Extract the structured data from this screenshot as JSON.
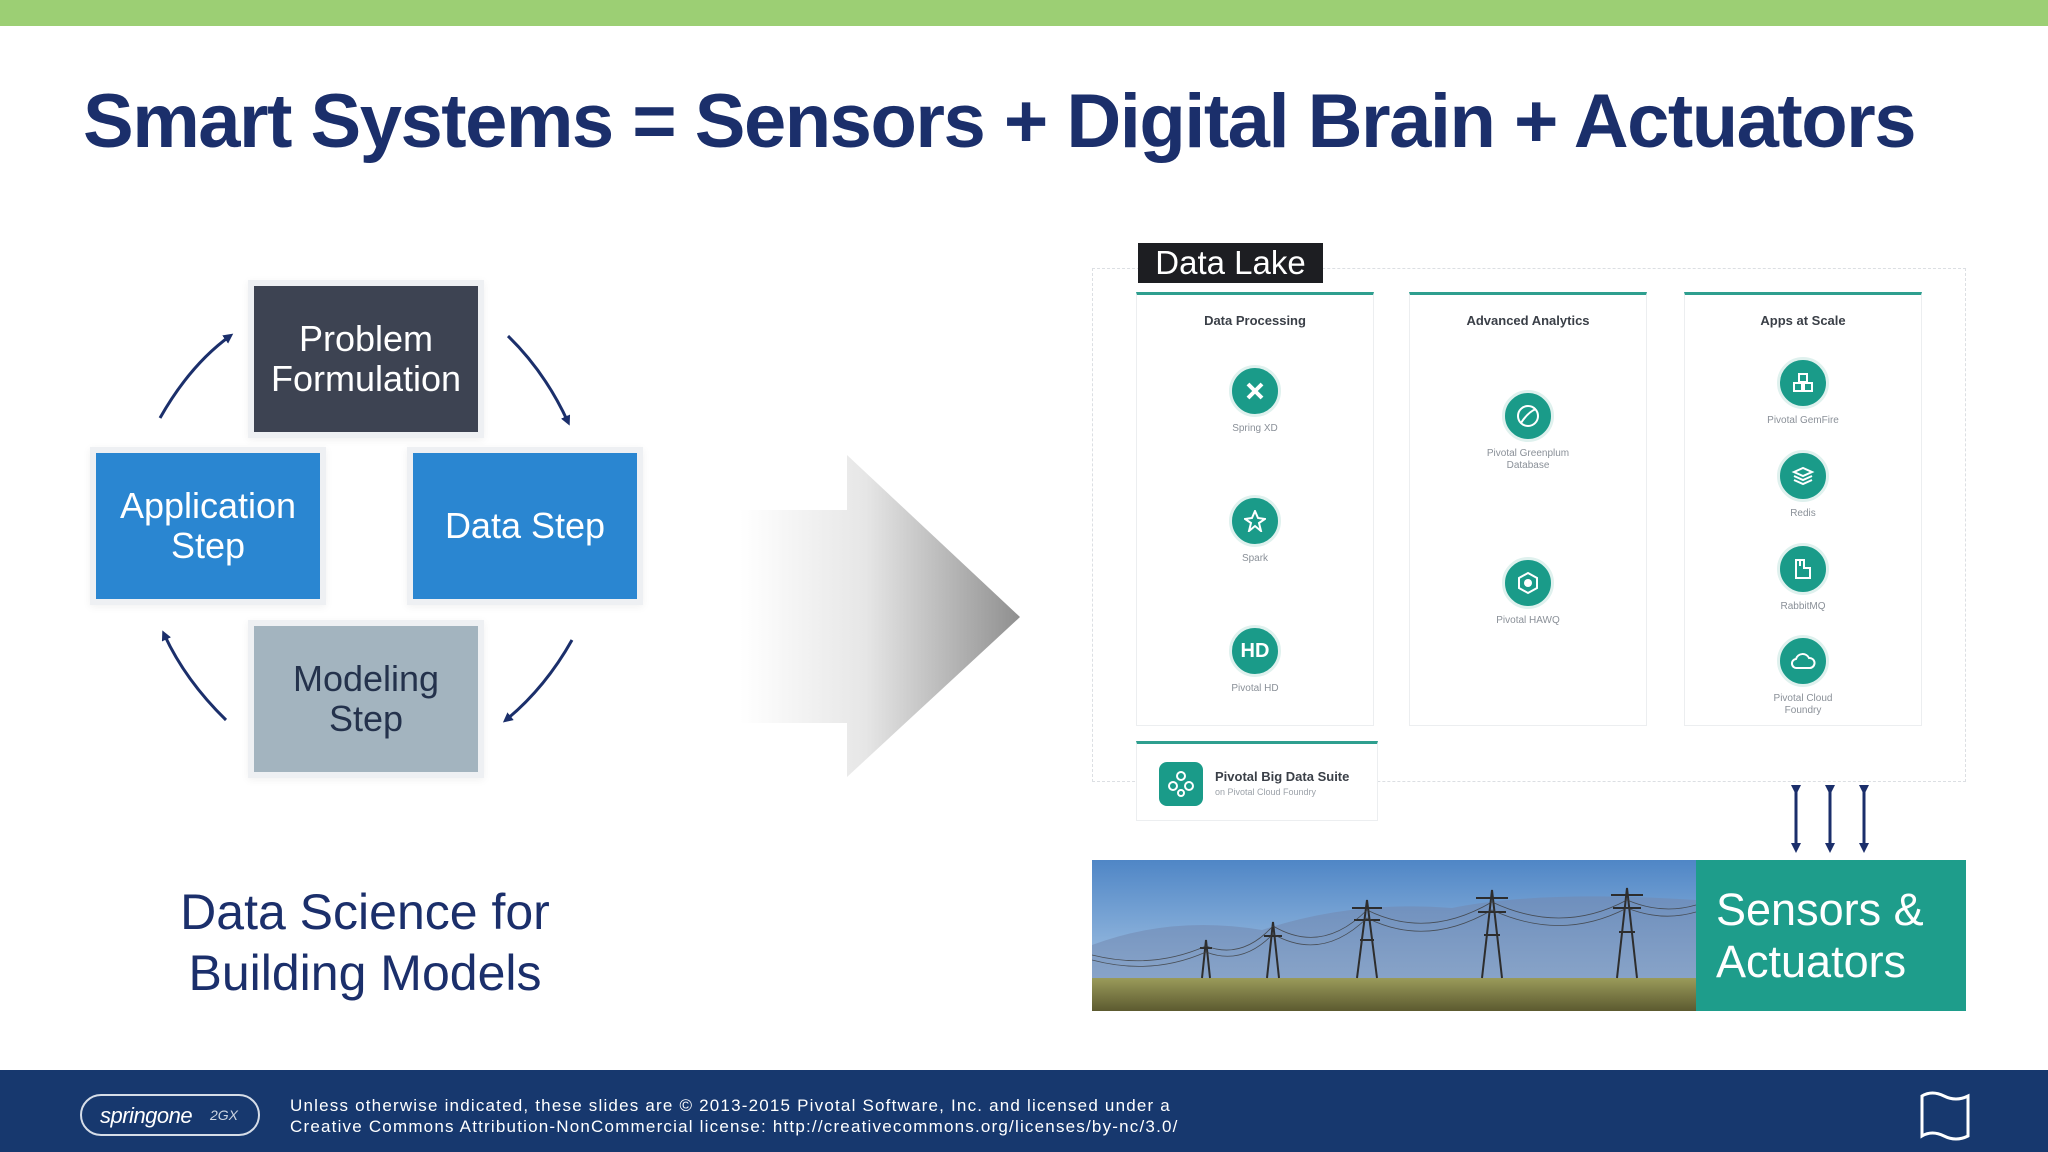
{
  "slide": {
    "title": "Smart Systems = Sensors + Digital Brain + Actuators"
  },
  "cycle": {
    "problem": [
      "Problem",
      "Formulation"
    ],
    "data": "Data Step",
    "application": [
      "Application",
      "Step"
    ],
    "modeling": [
      "Modeling",
      "Step"
    ],
    "caption": [
      "Data Science for",
      "Building Models"
    ]
  },
  "data_lake": {
    "label": "Data Lake",
    "columns": [
      {
        "title": "Data Processing",
        "products": [
          {
            "name": "Spring XD",
            "icon": "spring-xd-icon"
          },
          {
            "name": "Spark",
            "icon": "spark-icon"
          },
          {
            "name": "Pivotal HD",
            "icon": "pivotal-hd-icon",
            "glyph": "HD"
          }
        ]
      },
      {
        "title": "Advanced Analytics",
        "products": [
          {
            "name": "Pivotal Greenplum Database",
            "icon": "greenplum-icon"
          },
          {
            "name": "Pivotal HAWQ",
            "icon": "hawq-icon"
          }
        ]
      },
      {
        "title": "Apps at Scale",
        "products": [
          {
            "name": "Pivotal GemFire",
            "icon": "gemfire-icon"
          },
          {
            "name": "Redis",
            "icon": "redis-icon"
          },
          {
            "name": "RabbitMQ",
            "icon": "rabbitmq-icon"
          },
          {
            "name": "Pivotal Cloud Foundry",
            "icon": "cloud-foundry-icon"
          }
        ]
      }
    ],
    "suite": {
      "name": "Pivotal Big Data Suite",
      "subtitle": "on Pivotal Cloud Foundry"
    }
  },
  "sensors": [
    "Sensors &",
    "Actuators"
  ],
  "footer": {
    "logo": "springone",
    "logo_sub": "2GX",
    "notice": [
      "Unless otherwise indicated, these slides are © 2013-2015 Pivotal Software, Inc. and licensed under a",
      "Creative Commons Attribution-NonCommercial license: http://creativecommons.org/licenses/by-nc/3.0/"
    ]
  },
  "colors": {
    "top_bar": "#9ccf74",
    "title": "#1b2f6b",
    "step_blue": "#2a86d1",
    "problem_dark": "#3d4352",
    "modeling_grey": "#a3b4bf",
    "teal": "#1e9d8b",
    "footer": "#17386e"
  }
}
